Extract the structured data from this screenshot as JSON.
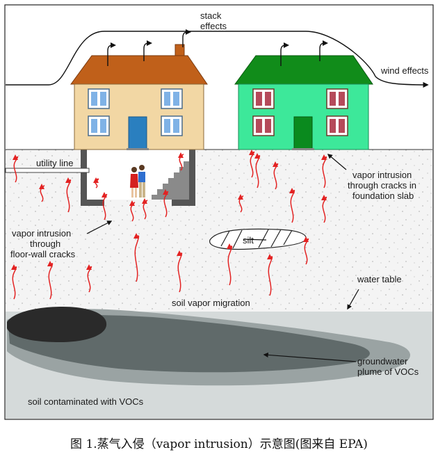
{
  "labels": {
    "stack_line1": "stack",
    "stack_line2": "effects",
    "wind": "wind effects",
    "utility": "utility line",
    "vi_slab_1": "vapor intrusion",
    "vi_slab_2": "through cracks in",
    "vi_slab_3": "foundation slab",
    "vi_floor_1": "vapor intrusion",
    "vi_floor_2": "through",
    "vi_floor_3": "floor-wall cracks",
    "silt": "silt",
    "water_table": "water table",
    "soil_vapor": "soil vapor migration",
    "gw_1": "groundwater",
    "gw_2": "plume of VOCs",
    "soil_contam": "soil contaminated with VOCs"
  },
  "caption": "图 1.蒸气入侵（vapor intrusion）示意图(图来自 EPA)",
  "colors": {
    "tan_house": "#f2d7a4",
    "tan_roof": "#c0601a",
    "green_house": "#3de89a",
    "green_roof": "#118c1a",
    "vapor_arrow": "#e32222",
    "groundwater_light": "#c7cdcd",
    "groundwater_mid": "#8f9898",
    "groundwater_dark": "#5a6464",
    "contaminated_soil": "#2c2c2c"
  }
}
